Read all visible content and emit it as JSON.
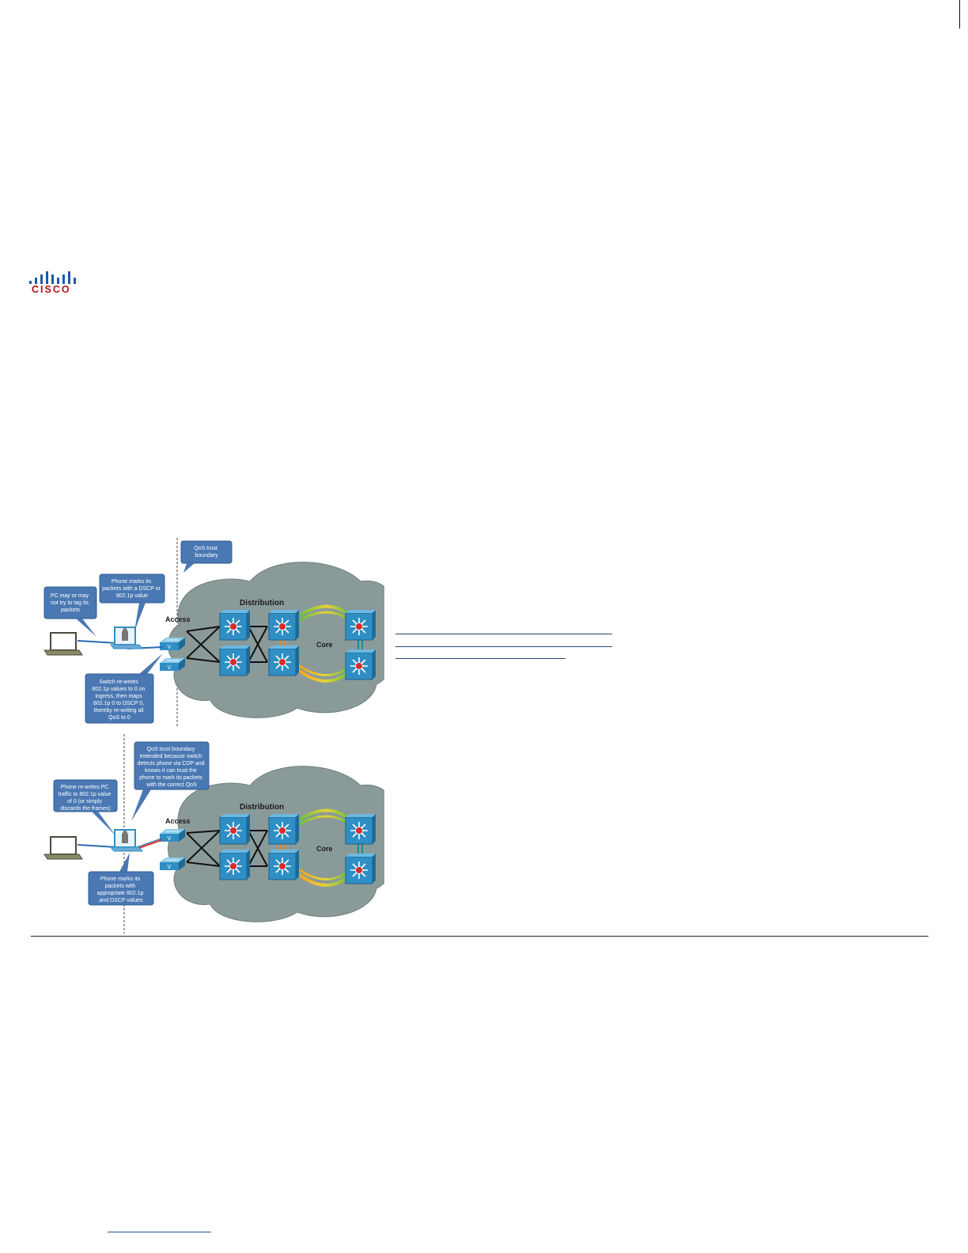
{
  "brand": {
    "name": "CISCO"
  },
  "colors": {
    "cloud": "#8a9a99",
    "callout": "#4a78b3",
    "switch": "#2f8fc4",
    "hub": "#d92b2b",
    "link": "#111111",
    "orange": "#f08a1c",
    "green": "#5fbf3a",
    "yellow": "#e8d23a",
    "teal": "#1a8a92",
    "pc_line": "#2b6cb0",
    "red_line": "#cc3333"
  },
  "diagram_top": {
    "labels": {
      "access": "Access",
      "distribution": "Distribution",
      "core": "Core"
    },
    "callouts": {
      "trust": [
        "QoS trust",
        "boundary"
      ],
      "phone": [
        "Phone marks its",
        "packets with a DSCP or",
        "802.1p value"
      ],
      "pc": [
        "PC may or may",
        "not try to tag its",
        "packets"
      ],
      "switch": [
        "Switch re-writes",
        "802.1p values to 0 on",
        "ingress, then maps",
        "802.1p 0 to DSCP 0,",
        "thereby re-writing all",
        "QoS to 0"
      ]
    }
  },
  "diagram_bottom": {
    "labels": {
      "access": "Access",
      "distribution": "Distribution",
      "core": "Core"
    },
    "callouts": {
      "trust": [
        "QoS trust boundary",
        "extended because switch",
        "detects phone via CDP and",
        "knows it can trust the",
        "phone to mark its packets",
        "with the correct QoS"
      ],
      "phone_rewrite": [
        "Phone re-writes PC",
        "traffic to 802.1p value",
        "of 0 (or simply",
        "discards the frames)"
      ],
      "phone_marks": [
        "Phone marks its",
        "packets with",
        "appropriate 802.1p",
        "and DSCP values"
      ]
    }
  }
}
